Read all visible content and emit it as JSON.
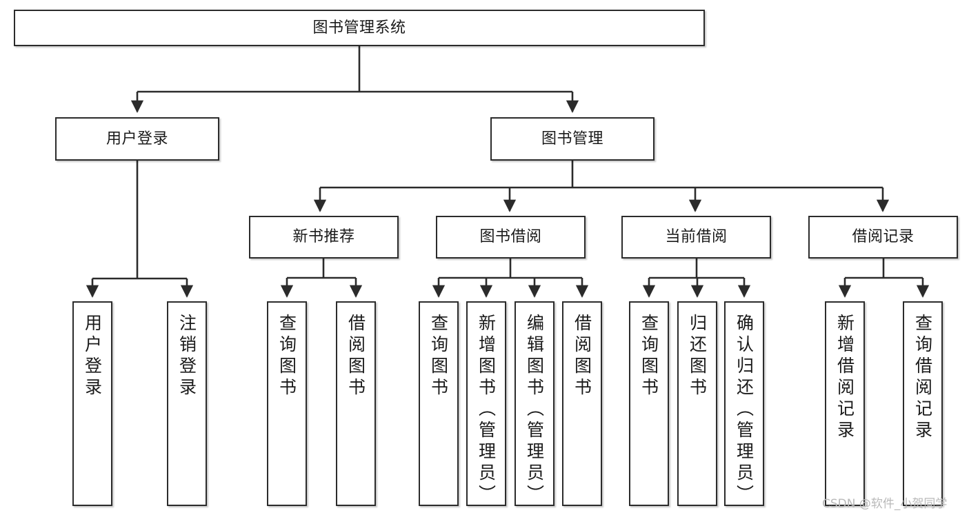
{
  "diagram": {
    "type": "tree",
    "title": "图书管理系统",
    "watermark": "CSDN @软件_小贺同学",
    "colors": {
      "node_border": "#2b2b2b",
      "node_fill": "#ffffff",
      "edge": "#2b2b2b",
      "text": "#1a1a1a",
      "watermark": "#b9b9b9",
      "background": "#ffffff"
    },
    "nodes": {
      "root": {
        "label": "图书管理系统"
      },
      "level2": [
        {
          "label": "用户登录"
        },
        {
          "label": "图书管理"
        }
      ],
      "level3": [
        {
          "label": "新书推荐"
        },
        {
          "label": "图书借阅"
        },
        {
          "label": "当前借阅"
        },
        {
          "label": "借阅记录"
        }
      ],
      "leaves_user_login": [
        {
          "label": "用户登录"
        },
        {
          "label": "注销登录"
        }
      ],
      "leaves_new_book": [
        {
          "label": "查询图书"
        },
        {
          "label": "借阅图书"
        }
      ],
      "leaves_borrow": [
        {
          "label": "查询图书"
        },
        {
          "label": "新增图书（管理员）"
        },
        {
          "label": "编辑图书（管理员）"
        },
        {
          "label": "借阅图书"
        }
      ],
      "leaves_current": [
        {
          "label": "查询图书"
        },
        {
          "label": "归还图书"
        },
        {
          "label": "确认归还（管理员）"
        }
      ],
      "leaves_records": [
        {
          "label": "新增借阅记录"
        },
        {
          "label": "查询借阅记录"
        }
      ]
    }
  }
}
